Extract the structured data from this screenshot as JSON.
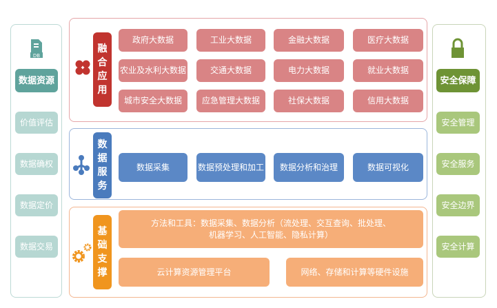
{
  "left": {
    "title": "数据资源",
    "items": [
      "价值评估",
      "数据确权",
      "数据定价",
      "数据交易"
    ],
    "icon_text": "DB"
  },
  "right": {
    "title": "安全保障",
    "items": [
      "安全管理",
      "安全服务",
      "安全边界",
      "安全计算"
    ]
  },
  "fusion": {
    "label": [
      "融",
      "合",
      "应",
      "用"
    ],
    "items": [
      "政府大数据",
      "工业大数据",
      "金融大数据",
      "医疗大数据",
      "农业及水利大数据",
      "交通大数据",
      "电力大数据",
      "就业大数据",
      "城市安全大数据",
      "应急管理大数据",
      "社保大数据",
      "信用大数据"
    ]
  },
  "service": {
    "label": [
      "数",
      "据",
      "服",
      "务"
    ],
    "items": [
      "数据采集",
      "数据预处理和加工",
      "数据分析和治理",
      "数据可视化"
    ]
  },
  "base": {
    "label": [
      "基",
      "础",
      "支",
      "撑"
    ],
    "methods_line1": "方法和工具：数据采集、数据分析（流处理、交互查询、批处理、",
    "methods_line2": "机器学习、人工智能、隐私计算）",
    "cloud": "云计算资源管理平台",
    "hardware": "网络、存储和计算等硬件设施"
  },
  "colors": {
    "red": "#c1342f",
    "blue": "#4a7bbd",
    "orange": "#f0951e",
    "teal": "#5fa39c",
    "green": "#6e9335"
  }
}
